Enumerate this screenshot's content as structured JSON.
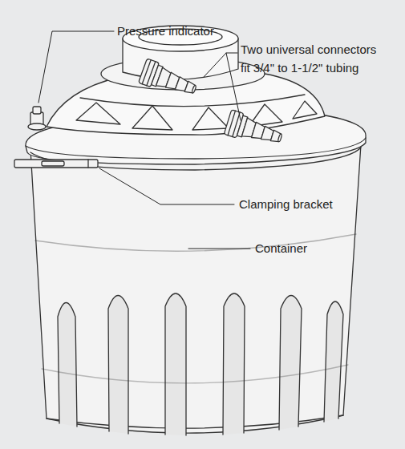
{
  "diagram": {
    "labels": [
      "Pressure indicator",
      "Two universal connectors fit 3/4\" to 1-1/2\" tubing",
      "Clamping bracket",
      "Container"
    ]
  }
}
